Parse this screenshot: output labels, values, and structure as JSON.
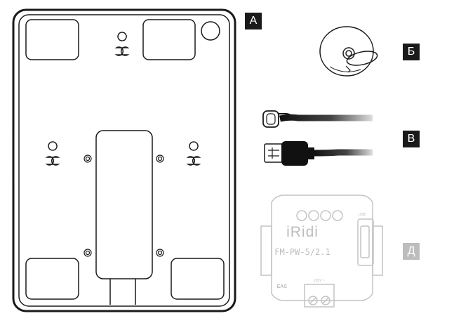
{
  "badges": {
    "a": {
      "label": "A",
      "color": "#1a1a1a"
    },
    "b": {
      "label": "Б",
      "color": "#1a1a1a"
    },
    "v": {
      "label": "В",
      "color": "#1a1a1a"
    },
    "d": {
      "label": "Д",
      "color": "#bdbdbd"
    }
  },
  "module": {
    "brand": "iRidi",
    "model": "FM-PW-5/2.1",
    "usb_label": "USB",
    "voltage_label": "220V ~",
    "cert_mark": "EAC"
  },
  "colors": {
    "outline": "#1a1a1a",
    "module_outline": "#c4c4c4",
    "module_text": "#bdbdbd",
    "cable": "#111111"
  },
  "icons": [
    "wall-mount-plate-icon",
    "suction-cup-icon",
    "usb-c-cable-icon",
    "usb-a-cable-icon",
    "power-module-icon"
  ]
}
